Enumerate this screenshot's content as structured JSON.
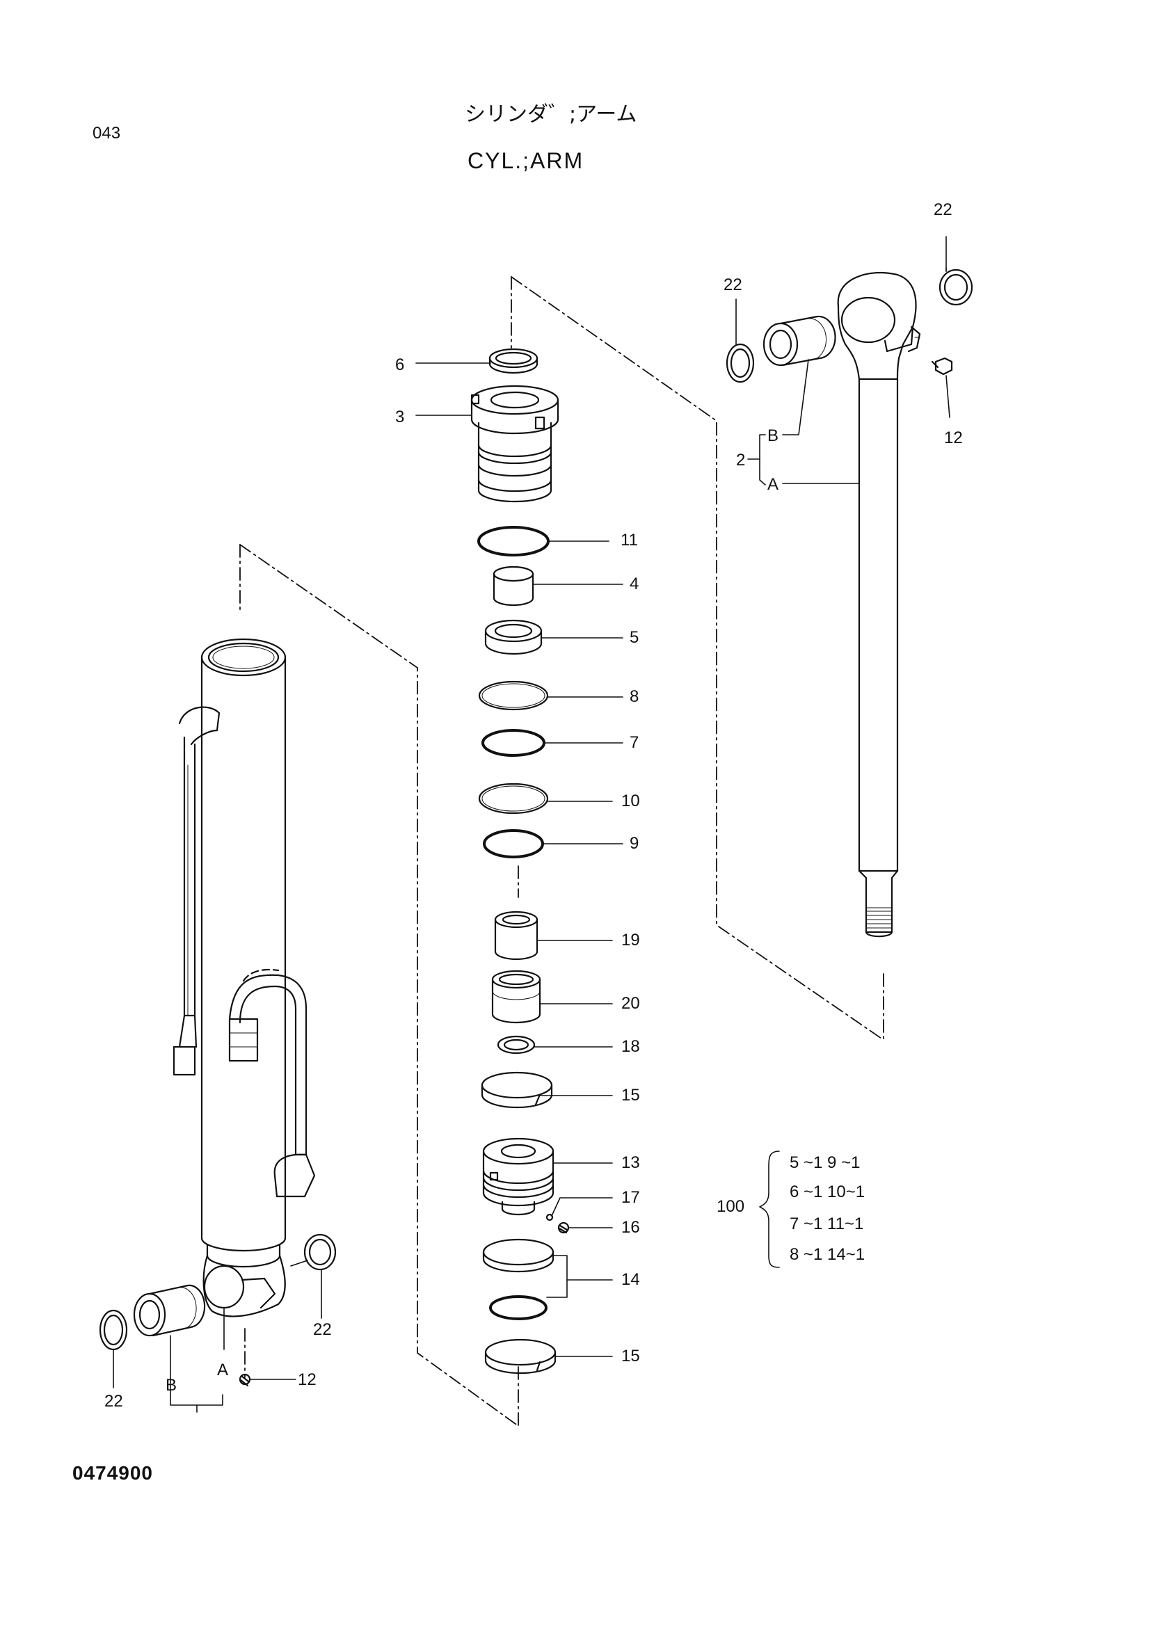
{
  "page_code": "043",
  "title_jp": "シリンダ゛;アーム",
  "title_en": "CYL.;ARM",
  "drawing_number": "0474900",
  "callouts": {
    "c6": "6",
    "c3": "3",
    "c11": "11",
    "c4": "4",
    "c5": "5",
    "c8": "8",
    "c7": "7",
    "c10": "10",
    "c9": "9",
    "c19": "19",
    "c20": "20",
    "c18": "18",
    "c15a": "15",
    "c13": "13",
    "c17": "17",
    "c16": "16",
    "c14": "14",
    "c15b": "15",
    "c22_rod_left": "22",
    "c22_rod_right": "22",
    "c12_rod": "12",
    "c2": "2",
    "c2B": "B",
    "c2A": "A",
    "c22_tube_left": "22",
    "c22_tube_right": "22",
    "c12_tube": "12",
    "tubeB": "B",
    "tubeA": "A"
  },
  "kit": {
    "number": "100",
    "rows": [
      "5 ~1  9 ~1",
      "6 ~1  10~1",
      "7 ~1  11~1",
      "8 ~1  14~1"
    ]
  }
}
